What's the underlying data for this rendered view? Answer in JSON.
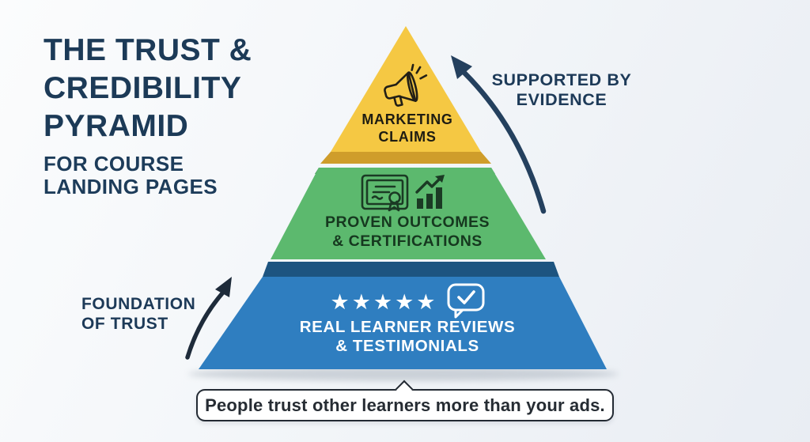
{
  "title": {
    "lines": [
      "THE TRUST &",
      "CREDIBILITY",
      "PYRAMID"
    ],
    "subtitle_lines": [
      "FOR COURSE",
      "LANDING PAGES"
    ]
  },
  "pyramid": {
    "levels": [
      {
        "name": "marketing-claims",
        "label_lines": [
          "MARKETING",
          "CLAIMS"
        ],
        "color": "#f5c843",
        "bevel_color": "#cf9d2b",
        "icon": "megaphone-icon"
      },
      {
        "name": "proven-outcomes",
        "label_lines": [
          "PROVEN OUTCOMES",
          "& CERTIFICATIONS"
        ],
        "color": "#5cb96e",
        "bevel_color": "#3f8f55",
        "icons": [
          "certificate-icon",
          "growth-chart-icon"
        ]
      },
      {
        "name": "learner-reviews",
        "label_lines": [
          "REAL LEARNER REVIEWS",
          "& TESTIMONIALS"
        ],
        "color": "#2f7ec0",
        "bevel_color": "#1d5480",
        "stars": "★★★★★",
        "icons": [
          "five-stars",
          "chat-check-icon"
        ]
      }
    ]
  },
  "annotations": {
    "right": {
      "lines": [
        "SUPPORTED BY",
        "EVIDENCE"
      ]
    },
    "left": {
      "lines": [
        "FOUNDATION",
        "OF TRUST"
      ]
    }
  },
  "callout": {
    "text": "People trust other learners more than your ads."
  },
  "colors": {
    "background": "#f3f6f9",
    "navy_text": "#1c3a57",
    "arrow": "#24405e",
    "level_top": "#f5c843",
    "level_middle": "#5cb96e",
    "level_bottom": "#2f7ec0",
    "callout_border": "#232a33"
  }
}
